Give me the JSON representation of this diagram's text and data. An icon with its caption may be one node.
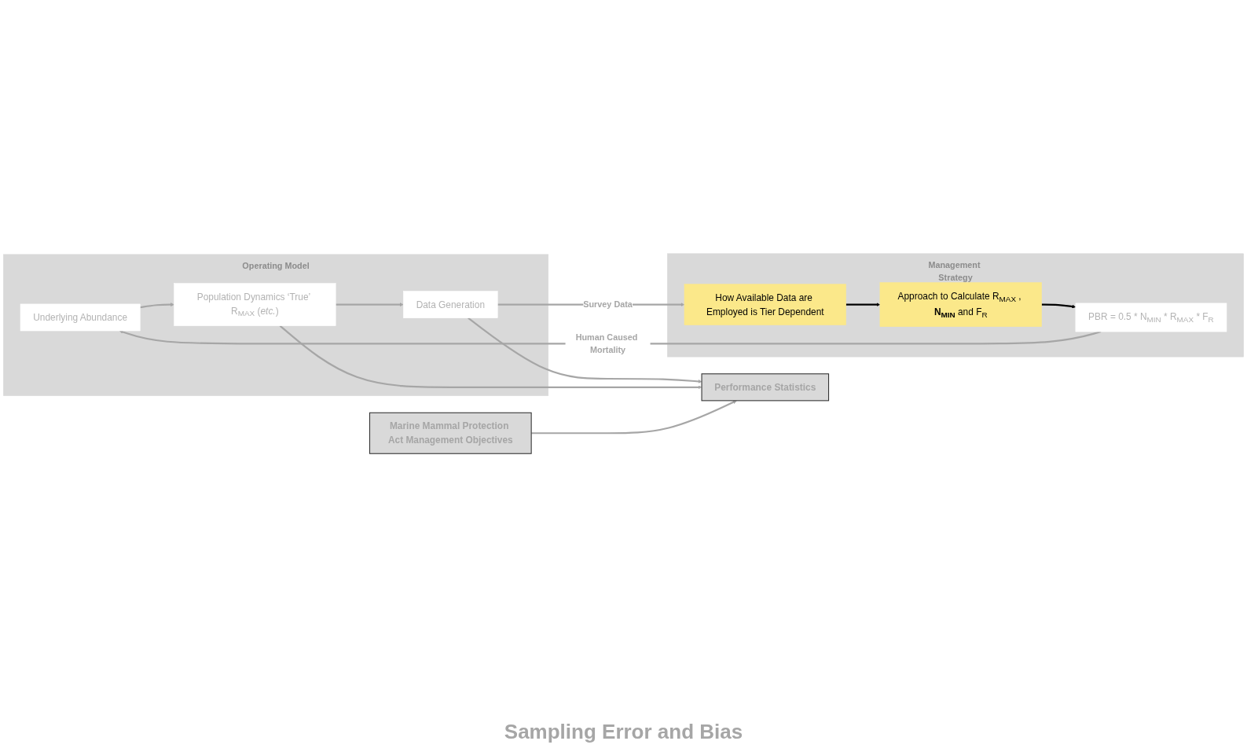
{
  "diagram": {
    "nodes": [
      {
        "text": [
          "Operating Model"
        ]
      },
      {
        "text": [
          "Underlying Abundance"
        ],
        "in": 0
      },
      {
        "text": [
          "Population Dynamics ‘True’ R$_{MAX}$ (*etc.*)"
        ],
        "in": 0
      },
      {
        "text": [
          "Data Generation"
        ],
        "in": 0
      },
      {
        "text": [
          "Management Strategy"
        ]
      },
      {
        "text": [
          "PBR = 0.5 * N$_{MIN}$ * R$_{MAX}$ * F$_{R}$"
        ],
        "in": 4
      },
      {
        "text": [
          "Approach to Calculate R$_{MAX}$ , **N$_{MIN}$** and F$_{R}$"
        ],
        "in": 4
      },
      {
        "text": [
          "How Available Data are Employed is Tier Dependent"
        ],
        "in": 4
      },
      {
        "text": [
          "Performance Statistics"
        ]
      },
      {
        "text": [
          "Marine Mammal Protection Act Management Objectives"
        ]
      }
    ],
    "edges": [
      {
        "from": 5,
        "to": 1,
        "arrow": "to",
        "label": "Human Caused Mortality"
      },
      {
        "from": 1,
        "to": 2,
        "arrow": "to"
      },
      {
        "from": 2,
        "to": 3,
        "arrow": "to"
      },
      {
        "from": 3,
        "to": 8,
        "arrow": "to"
      },
      {
        "from": 2,
        "to": 8,
        "arrow": "to"
      },
      {
        "from": 3,
        "to": 7,
        "arrow": "to",
        "label": "Survey Data"
      },
      {
        "from": 7,
        "to": 6,
        "arrow": "to",
        "color": "#000000"
      },
      {
        "from": 6,
        "to": 5,
        "arrow": "to",
        "color": "#000000"
      },
      {
        "from": 9,
        "to": 8,
        "arrow": "to"
      }
    ],
    "labels": [
      "Sampling Error and Bias"
    ]
  }
}
